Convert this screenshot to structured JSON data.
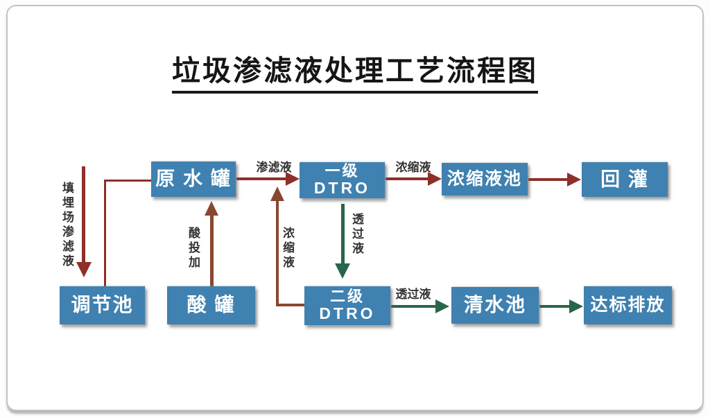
{
  "title": "垃圾渗滤液处理工艺流程图",
  "colors": {
    "box_fill": "#3f81b0",
    "box_text": "#ffffff",
    "red_arrow": "#8e2f28",
    "brown_arrow": "#8a4730",
    "green_arrow": "#27664a",
    "label_text": "#333333"
  },
  "nodes": {
    "regulating_pool": {
      "label": "调节池"
    },
    "acid_tank": {
      "label": "酸 罐"
    },
    "raw_water_tank": {
      "label": "原 水 罐"
    },
    "dtro_stage1": {
      "line1": "一级",
      "line2": "DTRO"
    },
    "dtro_stage2": {
      "line1": "二级",
      "line2": "DTRO"
    },
    "concentrate_pool": {
      "label": "浓缩液池"
    },
    "reinjection": {
      "label": "回 灌"
    },
    "clear_water_pool": {
      "label": "清水池"
    },
    "discharge": {
      "label": "达标排放"
    }
  },
  "flow_labels": {
    "landfill_leachate": "填埋场渗滤液",
    "leachate": "渗滤液",
    "acid_dosing": "酸投加",
    "concentrate_out": "浓缩液",
    "concentrate_recycle": "浓缩液",
    "permeate_down": "透过液",
    "permeate_right": "透过液"
  }
}
